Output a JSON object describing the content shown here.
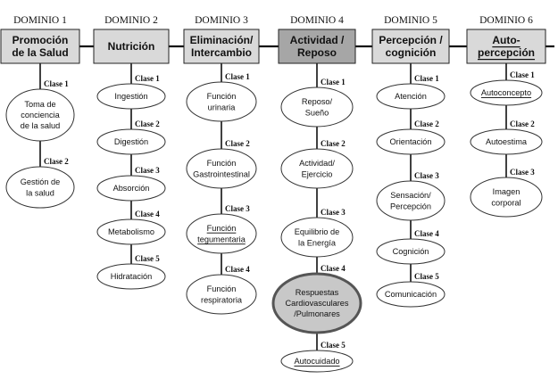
{
  "colors": {
    "box_fill": "#d9d9d9",
    "box_fill_highlight": "#a6a6a6",
    "node_highlight": "#c8c8c8"
  },
  "domains": [
    {
      "label": "DOMINIO 1",
      "title": [
        "Promoción",
        "de la Salud"
      ],
      "title_underlined": false,
      "highlighted": false,
      "classes": [
        {
          "label": "Clase 1",
          "name": [
            "Toma de",
            "conciencia",
            "de la salud"
          ],
          "underlined": false,
          "highlighted": false
        },
        {
          "label": "Clase 2",
          "name": [
            "Gestión de",
            "la salud"
          ],
          "underlined": false,
          "highlighted": false
        }
      ]
    },
    {
      "label": "DOMINIO 2",
      "title": [
        "Nutrición"
      ],
      "title_underlined": false,
      "highlighted": false,
      "classes": [
        {
          "label": "Clase 1",
          "name": [
            "Ingestión"
          ],
          "underlined": false,
          "highlighted": false
        },
        {
          "label": "Clase 2",
          "name": [
            "Digestión"
          ],
          "underlined": false,
          "highlighted": false
        },
        {
          "label": "Clase 3",
          "name": [
            "Absorción"
          ],
          "underlined": false,
          "highlighted": false
        },
        {
          "label": "Clase 4",
          "name": [
            "Metabolismo"
          ],
          "underlined": false,
          "highlighted": false
        },
        {
          "label": "Clase 5",
          "name": [
            "Hidratación"
          ],
          "underlined": false,
          "highlighted": false
        }
      ]
    },
    {
      "label": "DOMINIO 3",
      "title": [
        "Eliminación/",
        "Intercambio"
      ],
      "title_underlined": false,
      "highlighted": false,
      "classes": [
        {
          "label": "Clase 1",
          "name": [
            "Función",
            "urinaria"
          ],
          "underlined": false,
          "highlighted": false
        },
        {
          "label": "Clase 2",
          "name": [
            "Función",
            "Gastrointestinal"
          ],
          "underlined": false,
          "highlighted": false
        },
        {
          "label": "Clase 3",
          "name": [
            "Función",
            "tegumentaria"
          ],
          "underlined": true,
          "highlighted": false
        },
        {
          "label": "Clase 4",
          "name": [
            "Función",
            "respiratoria"
          ],
          "underlined": false,
          "highlighted": false
        }
      ]
    },
    {
      "label": "DOMINIO 4",
      "title": [
        "Actividad /",
        "Reposo"
      ],
      "title_underlined": false,
      "highlighted": true,
      "classes": [
        {
          "label": "Clase 1",
          "name": [
            "Reposo/",
            "Sueño"
          ],
          "underlined": false,
          "highlighted": false
        },
        {
          "label": "Clase 2",
          "name": [
            "Actividad/",
            "Ejercicio"
          ],
          "underlined": false,
          "highlighted": false
        },
        {
          "label": "Clase 3",
          "name": [
            "Equilibrio de",
            "la Energía"
          ],
          "underlined": false,
          "highlighted": false
        },
        {
          "label": "Clase 4",
          "name": [
            "Respuestas",
            "Cardiovasculares",
            "/Pulmonares"
          ],
          "underlined": false,
          "highlighted": true
        },
        {
          "label": "Clase 5",
          "name": [
            "Autocuidado"
          ],
          "underlined": true,
          "highlighted": false
        }
      ]
    },
    {
      "label": "DOMINIO 5",
      "title": [
        "Percepción /",
        "cognición"
      ],
      "title_underlined": false,
      "highlighted": false,
      "classes": [
        {
          "label": "Clase 1",
          "name": [
            "Atención"
          ],
          "underlined": false,
          "highlighted": false
        },
        {
          "label": "Clase 2",
          "name": [
            "Orientación"
          ],
          "underlined": false,
          "highlighted": false
        },
        {
          "label": "Clase 3",
          "name": [
            "Sensación/",
            "Percepción"
          ],
          "underlined": false,
          "highlighted": false
        },
        {
          "label": "Clase 4",
          "name": [
            "Cognición"
          ],
          "underlined": false,
          "highlighted": false
        },
        {
          "label": "Clase 5",
          "name": [
            "Comunicación"
          ],
          "underlined": false,
          "highlighted": false
        }
      ]
    },
    {
      "label": "DOMINIO 6",
      "title": [
        "Auto-",
        "percepción"
      ],
      "title_underlined": true,
      "highlighted": false,
      "classes": [
        {
          "label": "Clase 1",
          "name": [
            "Autoconcepto"
          ],
          "underlined": true,
          "highlighted": false
        },
        {
          "label": "Clase 2",
          "name": [
            "Autoestima"
          ],
          "underlined": false,
          "highlighted": false
        },
        {
          "label": "Clase 3",
          "name": [
            "Imagen",
            "corporal"
          ],
          "underlined": false,
          "highlighted": false
        }
      ]
    }
  ]
}
